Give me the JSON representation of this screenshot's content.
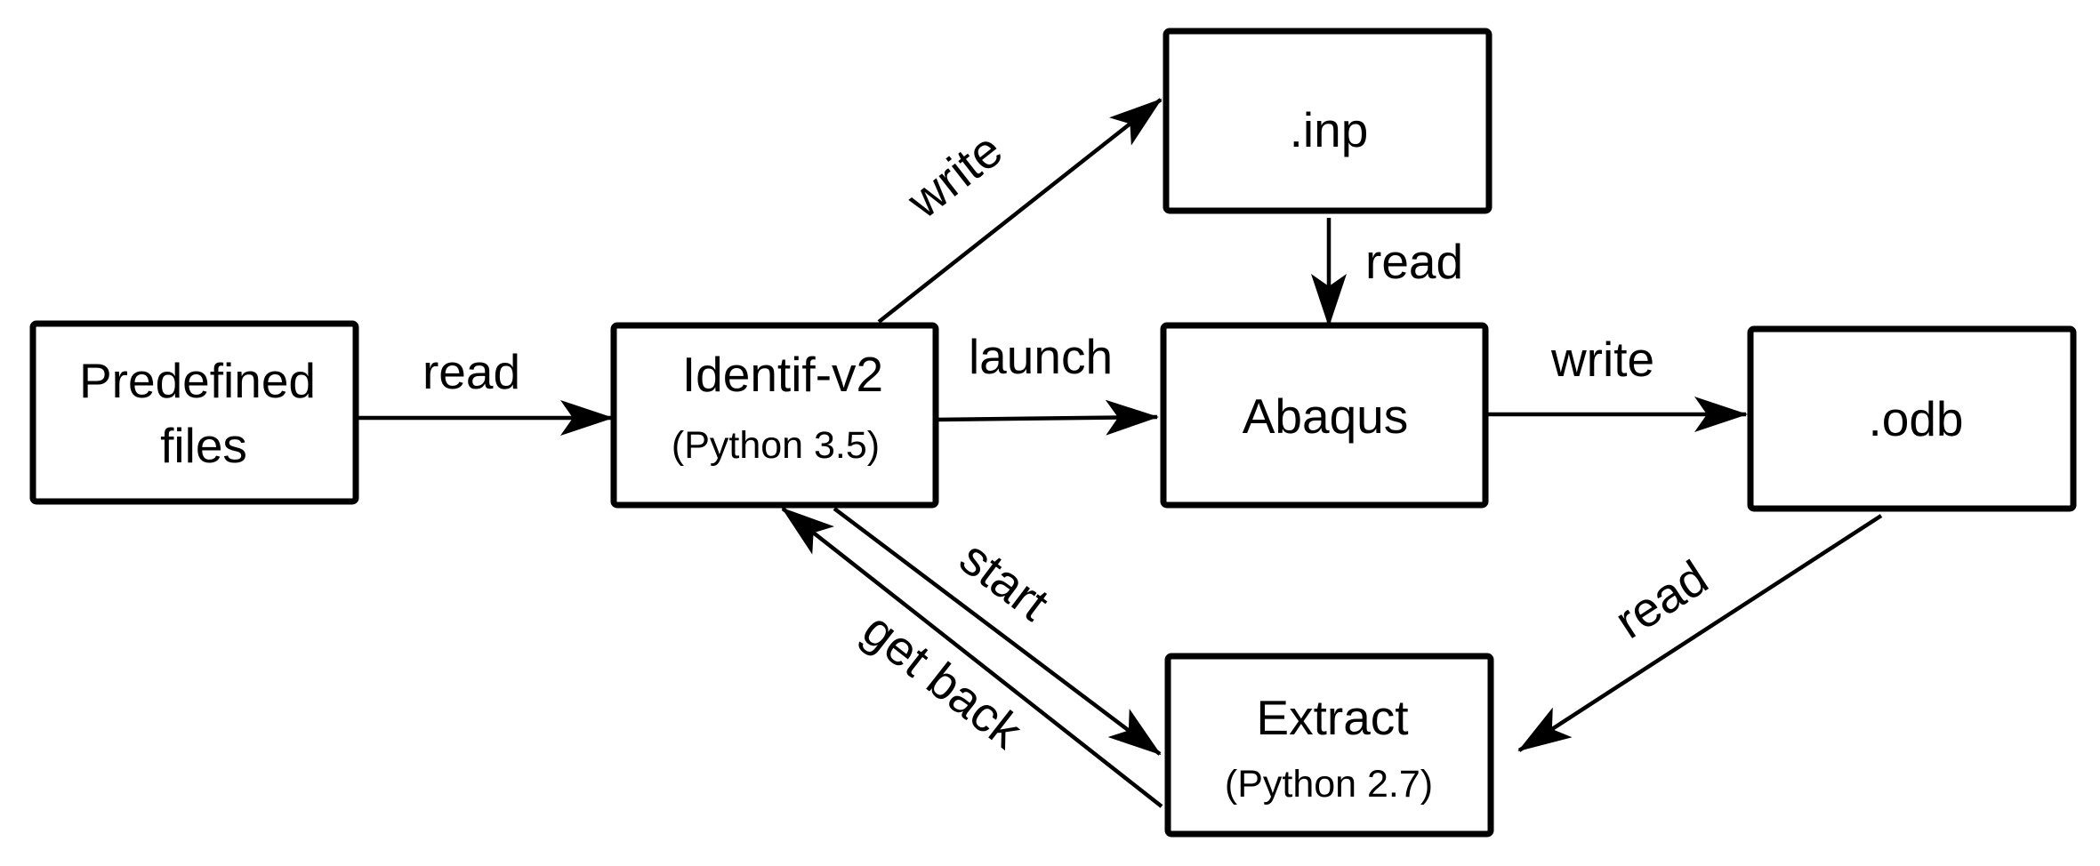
{
  "diagram": {
    "nodes": {
      "predefined": {
        "line1": "Predefined",
        "line2": "files"
      },
      "identif": {
        "title": "Identif-v2",
        "sub": "(Python 3.5)"
      },
      "inp": {
        "title": ".inp"
      },
      "abaqus": {
        "title": "Abaqus"
      },
      "odb": {
        "title": ".odb"
      },
      "extract": {
        "title": "Extract",
        "sub": "(Python 2.7)"
      }
    },
    "edges": {
      "predefined_to_identif": "read",
      "identif_to_inp": "write",
      "inp_to_abaqus": "read",
      "identif_to_abaqus": "launch",
      "abaqus_to_odb": "write",
      "odb_to_extract": "read",
      "identif_to_extract": "start",
      "extract_to_identif": "get back"
    }
  }
}
